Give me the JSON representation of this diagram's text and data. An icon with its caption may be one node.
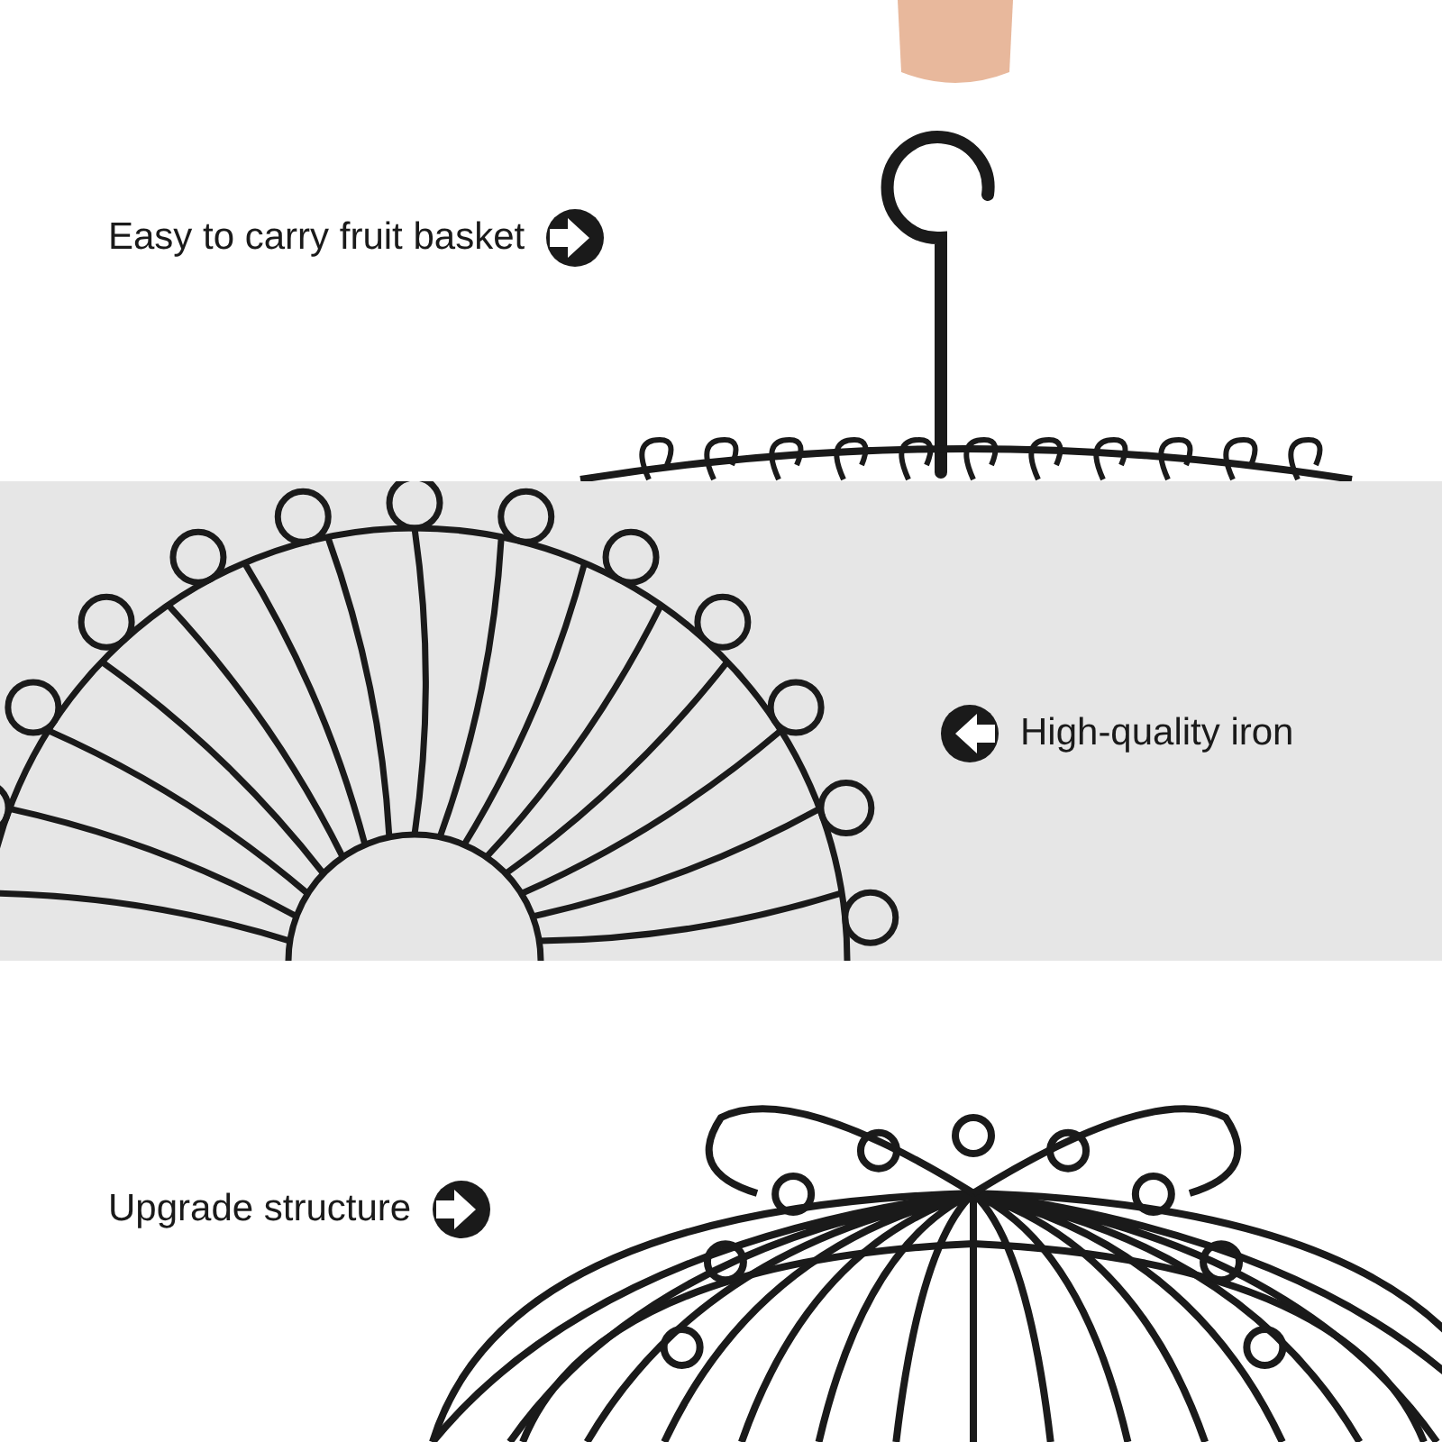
{
  "diagram": {
    "labels": [
      "Easy to carry fruit basket",
      "High-quality iron",
      "Upgrade structure"
    ]
  }
}
